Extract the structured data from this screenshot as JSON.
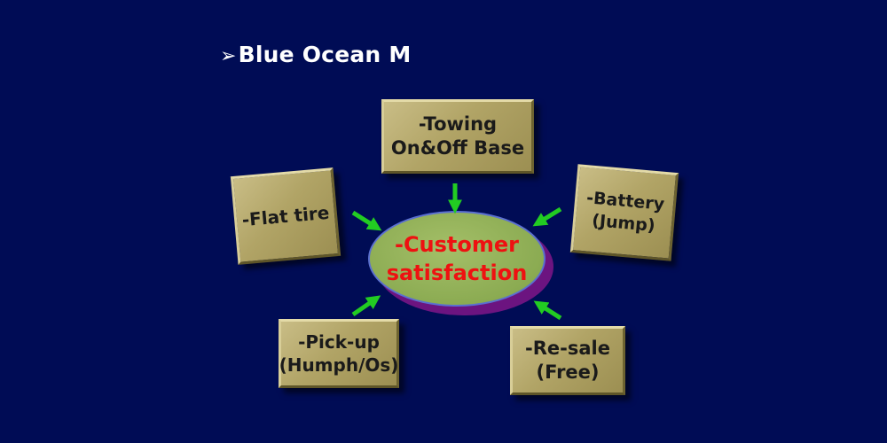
{
  "title": {
    "bullet": "➢",
    "text": "Blue Ocean M"
  },
  "center": {
    "line1": "-Customer",
    "line2": "satisfaction"
  },
  "boxes": {
    "towing": {
      "line1": "-Towing",
      "line2": "On&Off Base"
    },
    "flat_tire": {
      "line1": "-Flat tire"
    },
    "battery": {
      "line1": "-Battery",
      "line2": "(Jump)"
    },
    "pickup": {
      "line1": "-Pick-up",
      "line2": "(Humph/Os)"
    },
    "resale": {
      "line1": "-Re-sale",
      "line2": "(Free)"
    }
  },
  "colors": {
    "background": "#000c55",
    "box": "#b1a466",
    "ellipse": "#8bab52",
    "ellipse_shadow": "#6c1480",
    "center_text": "#ee1111",
    "arrow": "#22cc22"
  }
}
